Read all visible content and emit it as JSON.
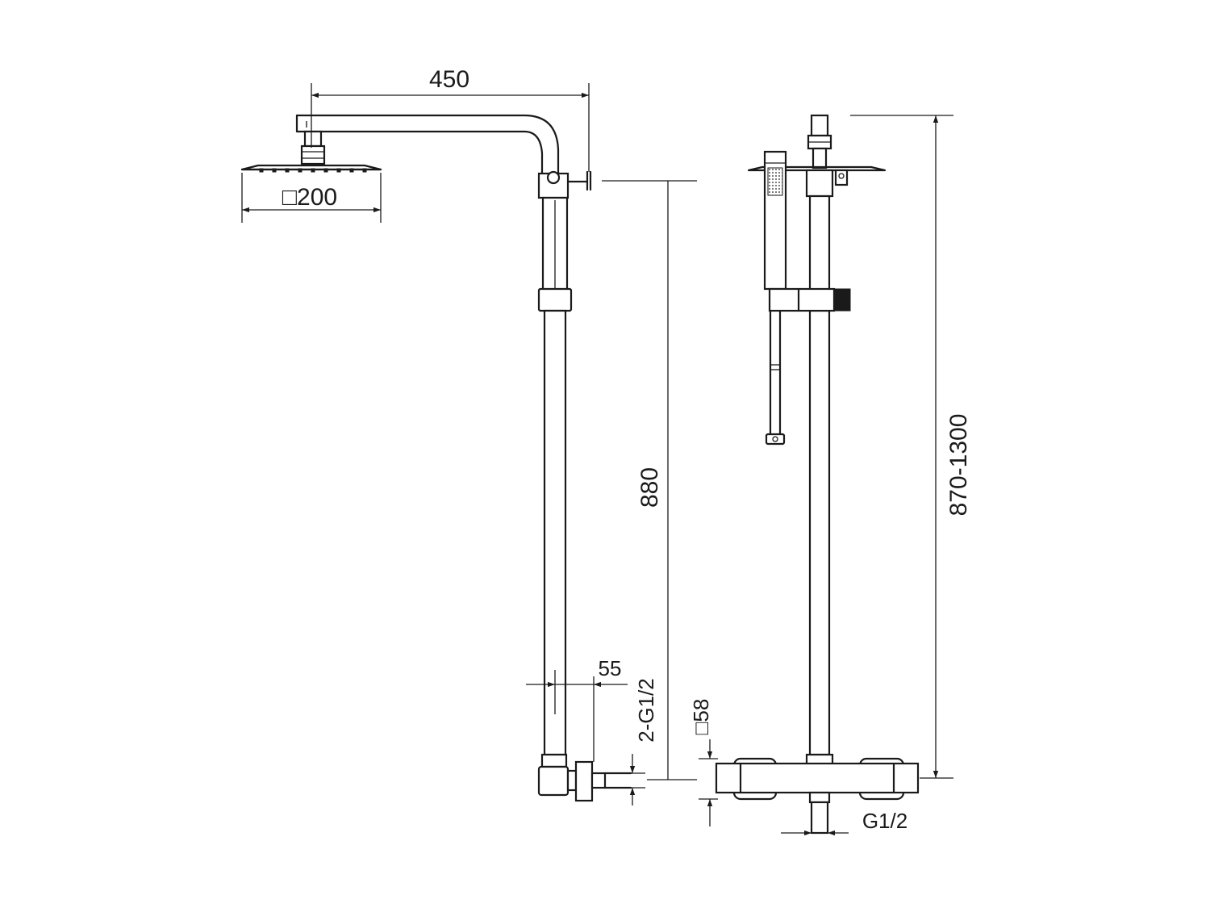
{
  "dimensions": {
    "arm_length": "450",
    "head_size": "□200",
    "outlet_height": "880",
    "wall_offset": "55",
    "inlet_thread": "2-G1/2",
    "body_size": "□58",
    "outlet_thread": "G1/2",
    "total_height": "870-1300"
  }
}
